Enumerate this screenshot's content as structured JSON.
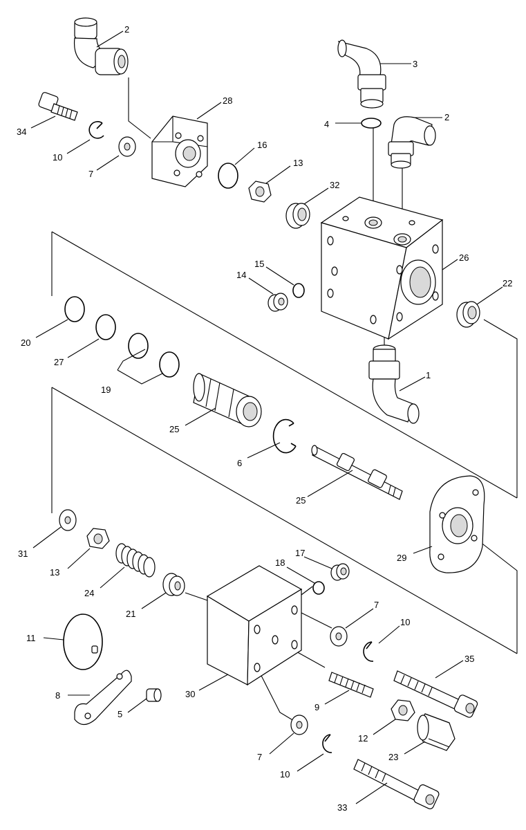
{
  "callouts": [
    {
      "id": "c2a",
      "text": "2"
    },
    {
      "id": "c3",
      "text": "3"
    },
    {
      "id": "c2b",
      "text": "2"
    },
    {
      "id": "c4",
      "text": "4"
    },
    {
      "id": "c28",
      "text": "28"
    },
    {
      "id": "c34",
      "text": "34"
    },
    {
      "id": "c10a",
      "text": "10"
    },
    {
      "id": "c7a",
      "text": "7"
    },
    {
      "id": "c16",
      "text": "16"
    },
    {
      "id": "c13a",
      "text": "13"
    },
    {
      "id": "c32",
      "text": "32"
    },
    {
      "id": "c26",
      "text": "26"
    },
    {
      "id": "c15",
      "text": "15"
    },
    {
      "id": "c14",
      "text": "14"
    },
    {
      "id": "c22",
      "text": "22"
    },
    {
      "id": "c20",
      "text": "20"
    },
    {
      "id": "c27",
      "text": "27"
    },
    {
      "id": "c19",
      "text": "19"
    },
    {
      "id": "c1",
      "text": "1"
    },
    {
      "id": "c25a",
      "text": "25"
    },
    {
      "id": "c6",
      "text": "6"
    },
    {
      "id": "c25b",
      "text": "25"
    },
    {
      "id": "c29",
      "text": "29"
    },
    {
      "id": "c31",
      "text": "31"
    },
    {
      "id": "c13b",
      "text": "13"
    },
    {
      "id": "c24",
      "text": "24"
    },
    {
      "id": "c17",
      "text": "17"
    },
    {
      "id": "c18",
      "text": "18"
    },
    {
      "id": "c21",
      "text": "21"
    },
    {
      "id": "c7b",
      "text": "7"
    },
    {
      "id": "c10b",
      "text": "10"
    },
    {
      "id": "c11",
      "text": "11"
    },
    {
      "id": "c35",
      "text": "35"
    },
    {
      "id": "c8",
      "text": "8"
    },
    {
      "id": "c5",
      "text": "5"
    },
    {
      "id": "c30",
      "text": "30"
    },
    {
      "id": "c9",
      "text": "9"
    },
    {
      "id": "c12",
      "text": "12"
    },
    {
      "id": "c23",
      "text": "23"
    },
    {
      "id": "c7c",
      "text": "7"
    },
    {
      "id": "c10c",
      "text": "10"
    },
    {
      "id": "c33",
      "text": "33"
    }
  ]
}
